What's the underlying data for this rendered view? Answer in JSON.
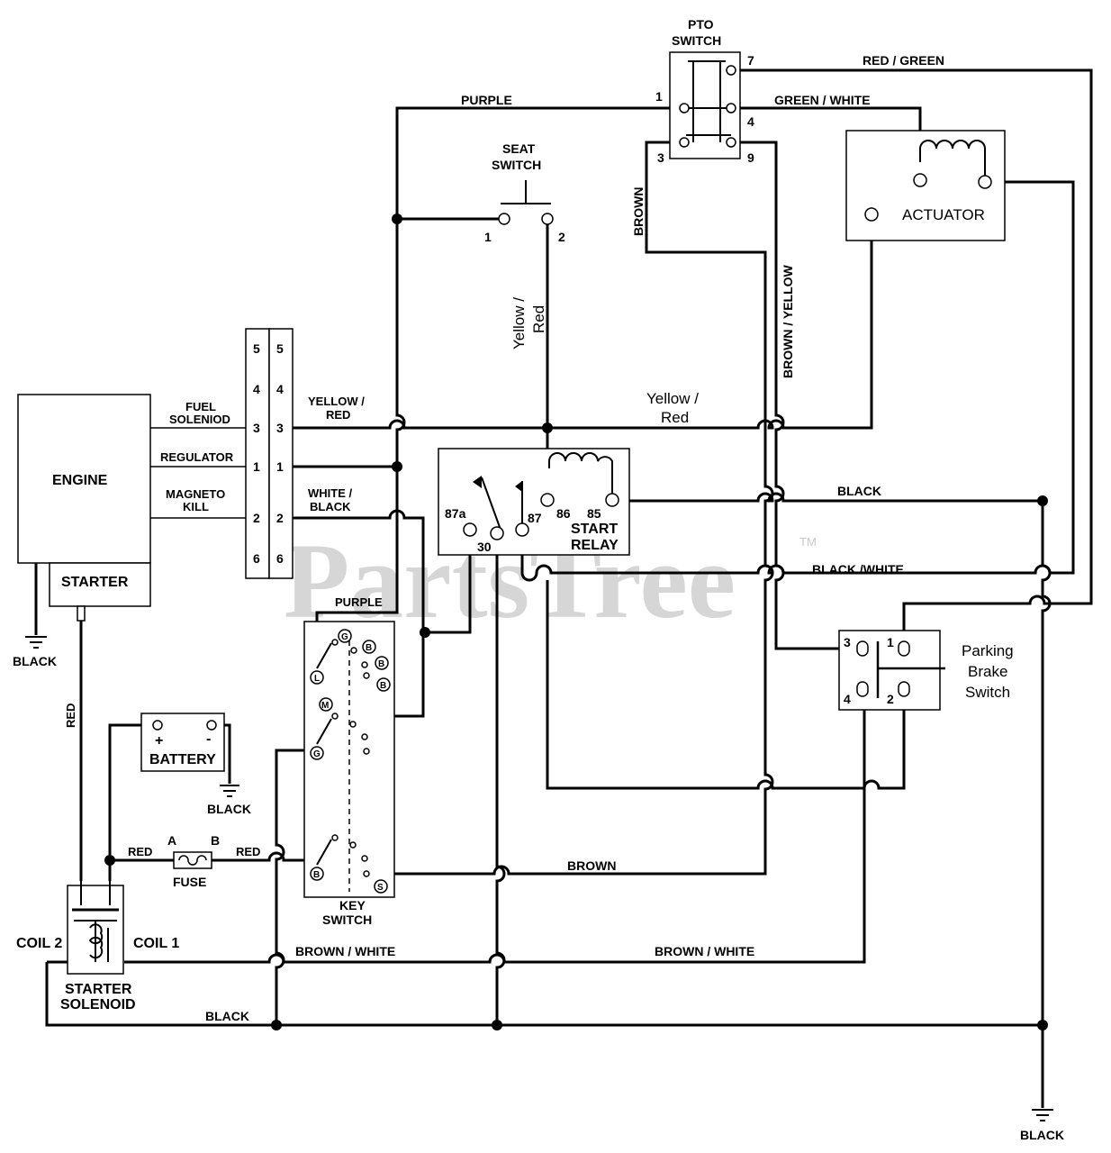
{
  "watermark": {
    "text": "PartsTree",
    "tm": "TM"
  },
  "components": {
    "engine": "ENGINE",
    "starter": "STARTER",
    "battery": "BATTERY",
    "battery_plus": "+",
    "battery_minus": "-",
    "fuse": "FUSE",
    "fuse_a": "A",
    "fuse_b": "B",
    "starter_solenoid_line1": "STARTER",
    "starter_solenoid_line2": "SOLENOID",
    "coil1": "COIL 1",
    "coil2": "COIL 2",
    "key_switch_line1": "KEY",
    "key_switch_line2": "SWITCH",
    "seat_switch_line1": "SEAT",
    "seat_switch_line2": "SWITCH",
    "pto_switch_line1": "PTO",
    "pto_switch_line2": "SWITCH",
    "actuator": "ACTUATOR",
    "start_relay_line1": "START",
    "start_relay_line2": "RELAY",
    "parking_brake_line1": "Parking",
    "parking_brake_line2": "Brake",
    "parking_brake_line3": "Switch"
  },
  "engine_terminals": {
    "fuel_solenoid_line1": "FUEL",
    "fuel_solenoid_line2": "SOLENIOD",
    "regulator": "REGULATOR",
    "magneto_line1": "MAGNETO",
    "magneto_line2": "KILL"
  },
  "connector_pins": {
    "left": [
      "5",
      "4",
      "3",
      "1",
      "2",
      "6"
    ],
    "right": [
      "5",
      "4",
      "3",
      "1",
      "2",
      "6"
    ]
  },
  "pin_numbers": {
    "seat_1": "1",
    "seat_2": "2",
    "pto_1": "1",
    "pto_7": "7",
    "pto_4": "4",
    "pto_3": "3",
    "pto_9": "9",
    "relay_87a": "87a",
    "relay_30": "30",
    "relay_87": "87",
    "relay_86": "86",
    "relay_85": "85",
    "pb_3": "3",
    "pb_1": "1",
    "pb_4": "4",
    "pb_2": "2"
  },
  "key_switch_terminals": [
    "G",
    "B",
    "B",
    "B",
    "L",
    "M",
    "G",
    "B",
    "S"
  ],
  "wires": {
    "purple_top": "PURPLE",
    "red_green": "RED / GREEN",
    "green_white": "GREEN / WHITE",
    "brown_vert": "BROWN",
    "brown_yellow": "BROWN / YELLOW",
    "yellow_red_vert_1": "Yellow /",
    "yellow_red_vert_2": "Red",
    "yellow_red_left_1": "YELLOW /",
    "yellow_red_left_2": "RED",
    "yellow_red_right_1": "Yellow /",
    "yellow_red_right_2": "Red",
    "white_black_1": "WHITE /",
    "white_black_2": "BLACK",
    "black_relay": "BLACK",
    "black_white_right": "BLACK /WHITE",
    "purple_key": "PURPLE",
    "red_vert": "RED",
    "red_fuse_a": "RED",
    "red_fuse_b": "RED",
    "brown_key": "BROWN",
    "brown_white_left": "BROWN / WHITE",
    "brown_white_right": "BROWN / WHITE",
    "black_bottom": "BLACK",
    "ground_engine": "BLACK",
    "ground_battery": "BLACK",
    "ground_bottom_right": "BLACK"
  }
}
